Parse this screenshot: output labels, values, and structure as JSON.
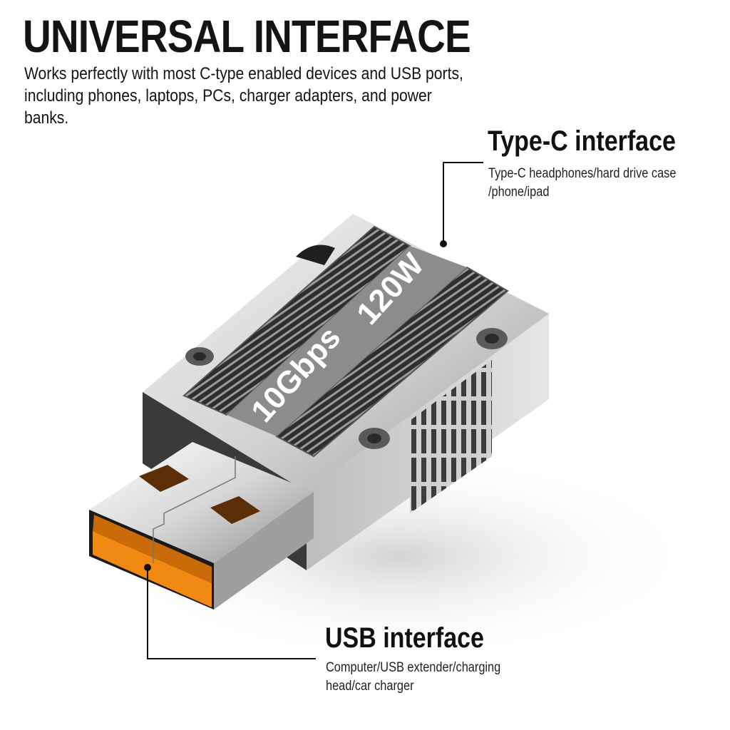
{
  "header": {
    "title": "UNIVERSAL INTERFACE",
    "description": "Works perfectly with most C-type enabled devices and USB ports, including phones, laptops, PCs, charger adapters, and power banks."
  },
  "callouts": {
    "type_c": {
      "title": "Type-C interface",
      "description_line1": "Type-C headphones/hard drive case",
      "description_line2": "/phone/ipad"
    },
    "usb": {
      "title": "USB interface",
      "description_line1": "Computer/USB extender/charging",
      "description_line2": "head/car charger"
    }
  },
  "product": {
    "label_speed": "10Gbps",
    "label_power": "120W",
    "colors": {
      "body": "#d9d9d9",
      "dark_panel": "#3a3a3a",
      "label_band": "#8c8c8c",
      "usb_tongue": "#f08a12",
      "line": "#111111"
    }
  }
}
